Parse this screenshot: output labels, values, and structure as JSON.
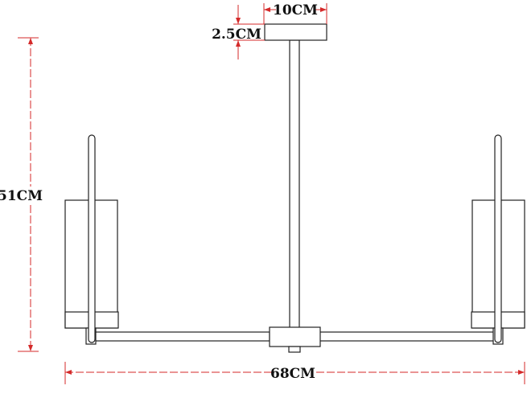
{
  "dimensions": {
    "canopy_width": "10CM",
    "canopy_height": "2.5CM",
    "total_height": "51CM",
    "total_width": "68CM"
  },
  "colors": {
    "dimension_lines": "#d42a2a",
    "outline": "#222222"
  }
}
